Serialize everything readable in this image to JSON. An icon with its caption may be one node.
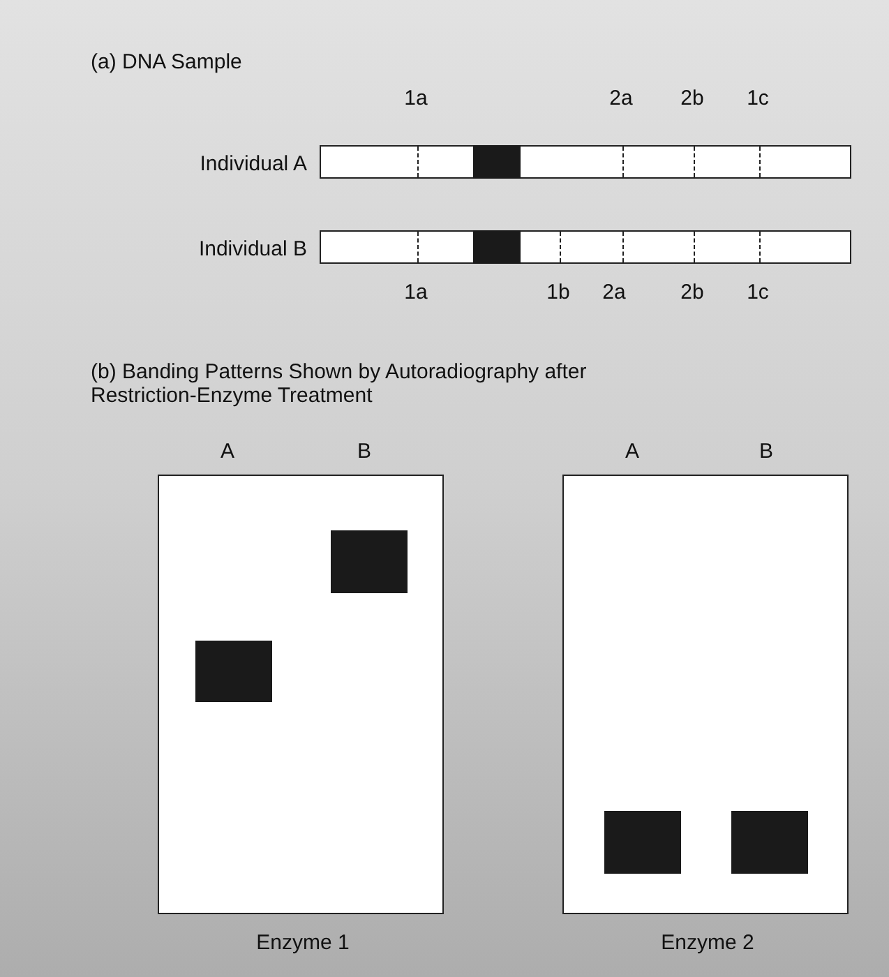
{
  "diagram": {
    "nodes": [
      {
        "text": [],
        "shape": "bar",
        "beside": [
          "Individual A"
        ]
      },
      {
        "text": [],
        "shape": "bar",
        "in": 0
      },
      {
        "text": [],
        "shape": "bar",
        "beside": [
          "Individual B"
        ]
      },
      {
        "text": [],
        "shape": "bar",
        "in": 2
      },
      {
        "text": [],
        "shape": "box",
        "beside": [
          "A",
          "B",
          "Enzyme 1"
        ]
      },
      {
        "text": [],
        "shape": "bar",
        "in": 4
      },
      {
        "text": [],
        "shape": "bar",
        "in": 4
      },
      {
        "text": [],
        "shape": "box",
        "beside": [
          "A",
          "B",
          "Enzyme 2"
        ]
      },
      {
        "text": [],
        "shape": "bar",
        "in": 7
      },
      {
        "text": [],
        "shape": "bar",
        "in": 7
      }
    ],
    "edges": [],
    "labels": [
      "(a) DNA Sample",
      "1a",
      "2a",
      "2b",
      "1c",
      "1a",
      "1b",
      "2a",
      "2b",
      "1c",
      "(b) Banding Patterns Shown by Autoradiography after Restriction-Enzyme Treatment"
    ]
  }
}
